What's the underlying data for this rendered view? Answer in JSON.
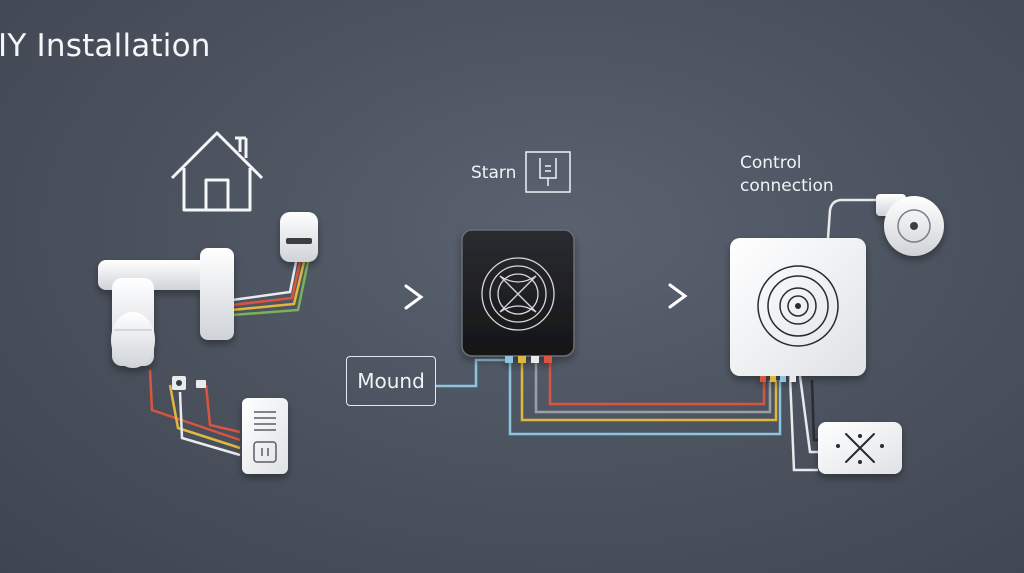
{
  "title": "IY Installation",
  "labels": {
    "starn": "Starn",
    "control_line1": "Control",
    "control_line2": "connection",
    "mound": "Mound"
  },
  "icons": [
    "house-icon",
    "pipe-fixture-icon",
    "sensor-icon",
    "junction-box-icon",
    "starn-icon",
    "hub-icon",
    "control-unit-icon",
    "camera-icon",
    "outlet-icon",
    "arrow-right-icon"
  ],
  "colors": {
    "background": "#4a515d",
    "wire_red": "#d9553f",
    "wire_yellow": "#e0b840",
    "wire_green": "#7ab25a",
    "wire_blue": "#8ec5de",
    "wire_white": "#e8eaec"
  }
}
